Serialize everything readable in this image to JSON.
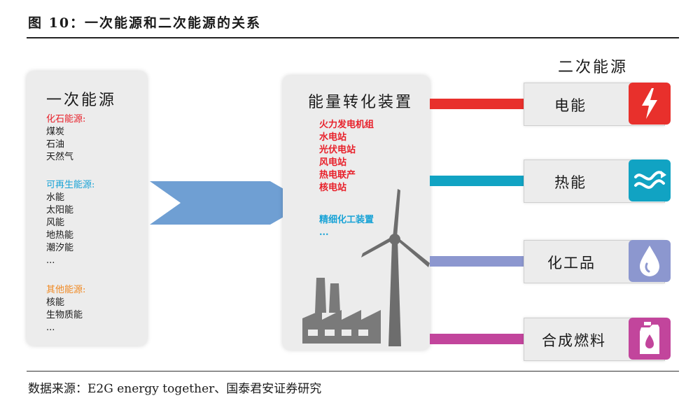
{
  "figure": {
    "title": "图 10：一次能源和二次能源的关系",
    "source": "数据来源：E2G energy together、国泰君安证券研究"
  },
  "primary": {
    "title": "一次能源",
    "groups": [
      {
        "category": "化石能源:",
        "items": [
          "煤炭",
          "石油",
          "天然气"
        ]
      },
      {
        "category": "可再生能源:",
        "items": [
          "水能",
          "太阳能",
          "风能",
          "地热能",
          "潮汐能",
          "..."
        ]
      },
      {
        "category": "其他能源:",
        "items": [
          "核能",
          "生物质能",
          "..."
        ]
      }
    ]
  },
  "converter": {
    "title": "能量转化装置",
    "red_items": [
      "火力发电机组",
      "水电站",
      "光伏电站",
      "风电站",
      "热电联产",
      "核电站"
    ],
    "blue_items": [
      "精细化工装置",
      "..."
    ]
  },
  "secondary": {
    "title": "二次能源",
    "outputs": [
      {
        "label": "电能",
        "color": "#e8302c",
        "icon": "lightning-icon"
      },
      {
        "label": "热能",
        "color": "#11a3c3",
        "icon": "heat-wave-icon"
      },
      {
        "label": "化工品",
        "color": "#8c97cf",
        "icon": "droplet-icon"
      },
      {
        "label": "合成燃料",
        "color": "#c2459c",
        "icon": "fuel-canister-icon"
      }
    ]
  },
  "colors": {
    "arrow": "#6f9fd3",
    "panel": "#ececec",
    "factory": "#7a7a7a",
    "turbine": "#6d6d6d"
  }
}
